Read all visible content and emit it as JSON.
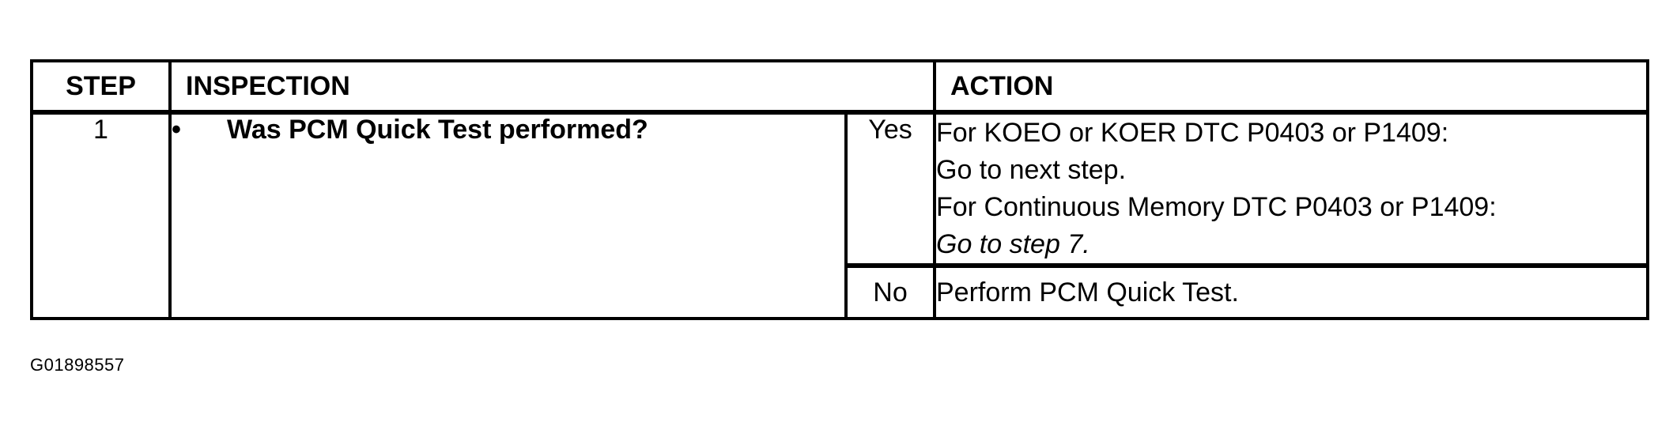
{
  "table": {
    "headers": {
      "step": "STEP",
      "inspection": "INSPECTION",
      "action": "ACTION"
    },
    "rows": [
      {
        "step": "1",
        "bullet": "•",
        "inspection": "Was PCM Quick Test performed?",
        "yes": {
          "answer": "Yes",
          "lines": [
            "For KOEO or KOER DTC P0403 or P1409:",
            "Go to next step.",
            "For Continuous Memory DTC P0403 or P1409:",
            "Go to step 7."
          ]
        },
        "no": {
          "answer": "No",
          "action": "Perform PCM Quick Test."
        }
      }
    ]
  },
  "figure_id": "G01898557"
}
